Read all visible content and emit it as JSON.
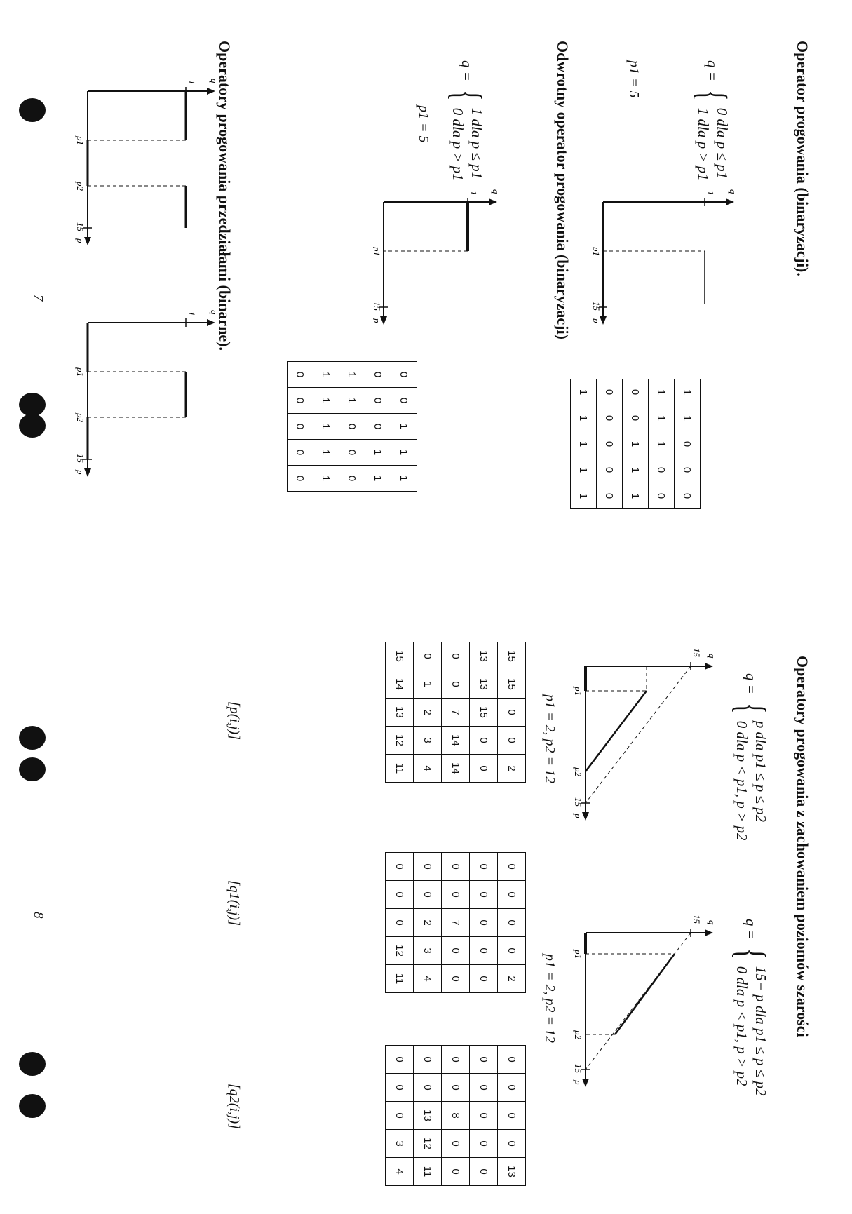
{
  "sections": {
    "s1": {
      "title": "Operator progowania (binaryzacji).",
      "q": "q =",
      "line1": "0 dla p ≤ p1",
      "line2": "1 dla p > p1",
      "param": "p1 = 5",
      "grid": [
        [
          "1",
          "1",
          "0",
          "0",
          "0"
        ],
        [
          "1",
          "1",
          "1",
          "0",
          "0"
        ],
        [
          "0",
          "0",
          "1",
          "1",
          "1"
        ],
        [
          "0",
          "0",
          "0",
          "0",
          "0"
        ],
        [
          "1",
          "1",
          "1",
          "1",
          "1"
        ]
      ]
    },
    "s2": {
      "title": "Odwrotny operator progowania (binaryzacji)",
      "q": "q =",
      "line1": "1 dla p ≤ p1",
      "line2": "0 dla p > p1",
      "param": "p1 = 5",
      "grid": [
        [
          "0",
          "0",
          "1",
          "1",
          "1"
        ],
        [
          "0",
          "0",
          "0",
          "1",
          "1"
        ],
        [
          "1",
          "1",
          "0",
          "0",
          "0"
        ],
        [
          "1",
          "1",
          "1",
          "1",
          "1"
        ],
        [
          "0",
          "0",
          "0",
          "0",
          "0"
        ]
      ]
    },
    "s3": {
      "title": "Operatory progowania przedziałami (binarne)."
    },
    "s4": {
      "title": "Operatory progowania z zachowaniem poziomów szarości",
      "q": "q =",
      "lineA1": "p dla p1 ≤ p ≤ p2",
      "lineA2": "0 dla p < p1, p > p2",
      "lineB1": "15− p dla p1 ≤ p ≤ p2",
      "lineB2": "0 dla p < p1, p > p2",
      "paramA": "p1 = 2, p2 = 12",
      "paramB": "p1 = 2, p2 = 12",
      "labelP": "[p(i,j)]",
      "labelQ1": "[q1(i,j)]",
      "labelQ2": "[q2(i,j)]",
      "gridP": [
        [
          "15",
          "15",
          "0",
          "0",
          "2"
        ],
        [
          "13",
          "13",
          "15",
          "0",
          "0"
        ],
        [
          "0",
          "0",
          "7",
          "14",
          "14"
        ],
        [
          "0",
          "1",
          "2",
          "3",
          "4"
        ],
        [
          "15",
          "14",
          "13",
          "12",
          "11"
        ]
      ],
      "gridQ1": [
        [
          "0",
          "0",
          "0",
          "0",
          "2"
        ],
        [
          "0",
          "0",
          "0",
          "0",
          "0"
        ],
        [
          "0",
          "0",
          "7",
          "0",
          "0"
        ],
        [
          "0",
          "0",
          "2",
          "3",
          "4"
        ],
        [
          "0",
          "0",
          "0",
          "12",
          "11"
        ]
      ],
      "gridQ2": [
        [
          "0",
          "0",
          "0",
          "0",
          "13"
        ],
        [
          "0",
          "0",
          "0",
          "0",
          "0"
        ],
        [
          "0",
          "0",
          "8",
          "0",
          "0"
        ],
        [
          "0",
          "0",
          "13",
          "12",
          "11"
        ],
        [
          "0",
          "0",
          "0",
          "3",
          "4"
        ]
      ]
    }
  },
  "axes": {
    "q": "q",
    "p": "p",
    "one": "1",
    "fifteen": "15",
    "p1": "p1",
    "p2": "p2"
  },
  "page_numbers": {
    "left": "7",
    "right": "8"
  }
}
